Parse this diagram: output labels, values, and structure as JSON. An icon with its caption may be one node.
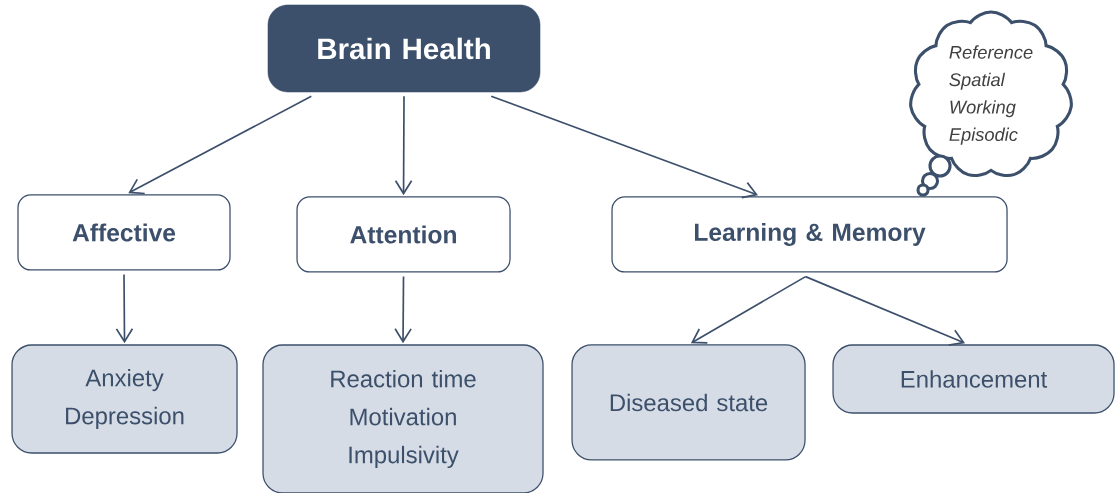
{
  "diagram": {
    "nodes": [
      {
        "text": [
          "Brain Health"
        ]
      },
      {
        "text": [
          "Affective"
        ]
      },
      {
        "text": [
          "Attention"
        ]
      },
      {
        "text": [
          "Learning & Memory"
        ]
      },
      {
        "text": [
          "Anxiety",
          "Depression"
        ]
      },
      {
        "text": [
          "Reaction time",
          "Motivation",
          "Impulsivity"
        ]
      },
      {
        "text": [
          "Diseased state"
        ]
      },
      {
        "text": [
          "Enhancement"
        ]
      },
      {
        "text": [
          "Reference",
          "Spatial",
          "Working",
          "Episodic"
        ]
      }
    ],
    "edges": [
      {
        "from": 0,
        "to": 1,
        "arrow": "to"
      },
      {
        "from": 0,
        "to": 2,
        "arrow": "to"
      },
      {
        "from": 0,
        "to": 3,
        "arrow": "to"
      },
      {
        "from": 1,
        "to": 4,
        "arrow": "to"
      },
      {
        "from": 2,
        "to": 5,
        "arrow": "to"
      },
      {
        "from": 3,
        "to": 6,
        "arrow": "to"
      },
      {
        "from": 3,
        "to": 7,
        "arrow": "to"
      }
    ]
  }
}
